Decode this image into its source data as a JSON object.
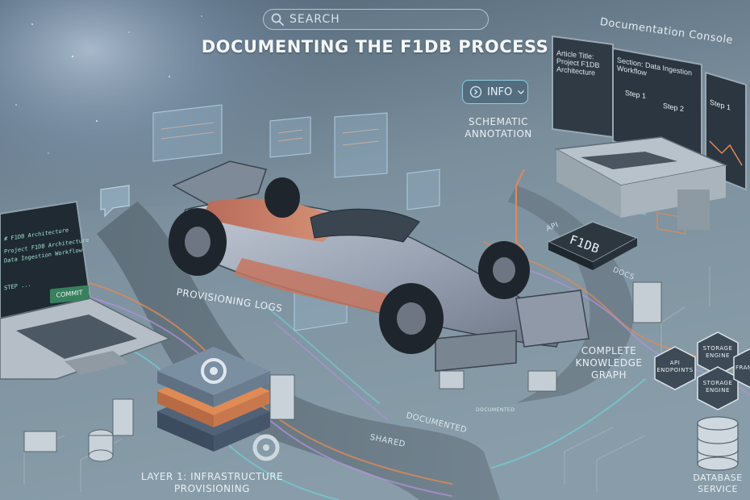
{
  "search": {
    "placeholder": "SEARCH"
  },
  "title": "DOCUMENTING THE F1DB PROCESS",
  "console": {
    "heading": "Documentation Console",
    "panel_left": "Article Title: Project F1DB Architecture",
    "panel_mid_title": "Section: Data Ingestion Workflow",
    "panel_mid_step1": "Step 1",
    "panel_mid_step2": "Step 2",
    "panel_right": "Step 1"
  },
  "info_button": {
    "label": "INFO"
  },
  "labels": {
    "schematic": "SCHEMATIC ANNOTATION",
    "provisioning_logs": "PROVISIONING LOGS",
    "knowledge_graph": "COMPLETE KNOWLEDGE GRAPH",
    "layer1": "LAYER 1: INFRASTRUCTURE PROVISIONING",
    "database_service": "DATABASE SERVICE",
    "documented": "DOCUMENTED",
    "shared": "SHARED",
    "api": "API",
    "docs": "DOCS",
    "f1db_chip": "F1DB",
    "documented_small": "DOCUMENTED"
  },
  "laptop": {
    "commit_label": "COMMIT",
    "lines": [
      "# F1DB Architecture",
      "Project F1DB Architecture",
      "Data Ingestion Workflow",
      "STEP ..."
    ]
  },
  "nodes": [
    {
      "label": "STORAGE ENGINE"
    },
    {
      "label": "API ENDPOINTS"
    },
    {
      "label": "STORAGE ENGINE"
    },
    {
      "label": "FRAM"
    }
  ],
  "colors": {
    "bg_top": "#5d6f80",
    "bg_bottom": "#8aa0ad",
    "accent_orange": "#e08a55",
    "accent_teal": "#6fd0d8",
    "accent_purple": "#b191d8",
    "car_body": "#a9b4c4"
  }
}
